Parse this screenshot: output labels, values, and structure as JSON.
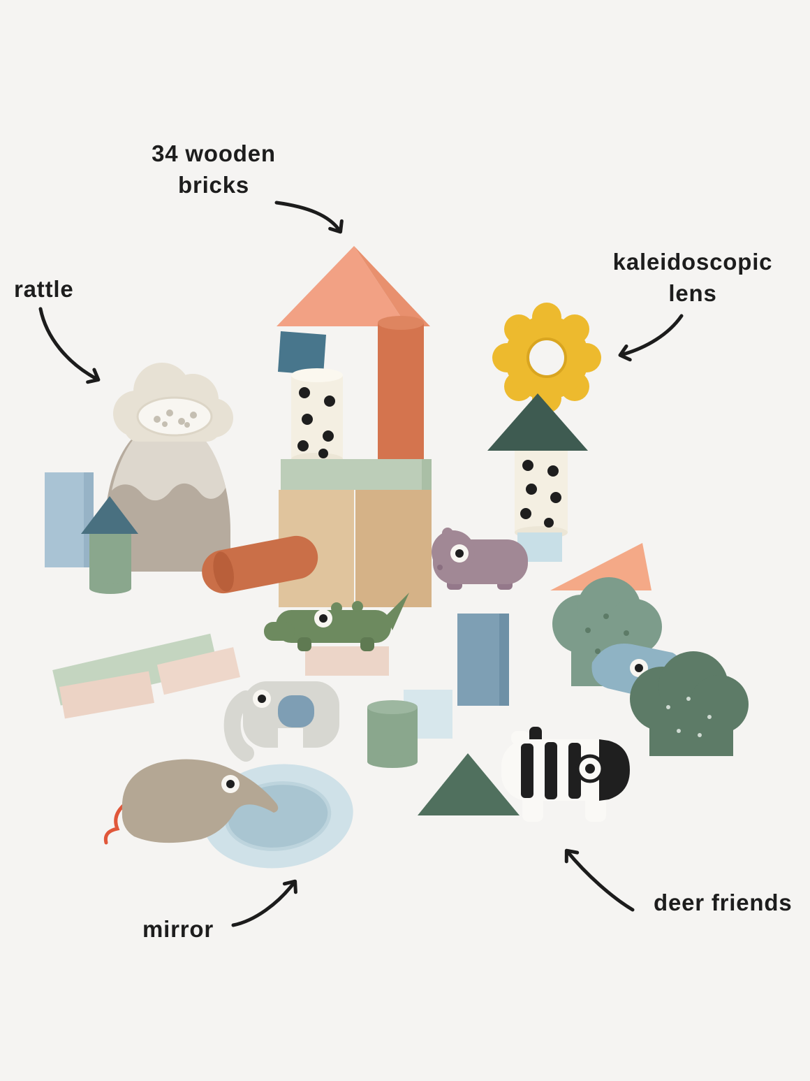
{
  "annotations": {
    "bricks": {
      "line1": "34 wooden",
      "line2": "bricks"
    },
    "rattle": {
      "label": "rattle"
    },
    "lens": {
      "line1": "kaleidoscopic",
      "line2": "lens"
    },
    "mirror": {
      "label": "mirror"
    },
    "deer": {
      "label": "deer friends"
    }
  },
  "palette": {
    "background": "#f5f4f2",
    "text": "#1d1d1d",
    "peach": "#f2a184",
    "terracotta": "#ca6f48",
    "steel_blue": "#48768c",
    "polka_cream": "#f4efe2",
    "mint": "#bccdb8",
    "wood_light": "#e0c49d",
    "wood_dark": "#d5b287",
    "gear_yellow": "#edba2e",
    "dark_green": "#3e5b51",
    "light_blue": "#c8dfe7",
    "hippo_mauve": "#a18895",
    "bush_green": "#7d9c8b",
    "deep_green": "#50705e",
    "mountain_taupe": "#b6ab9e",
    "elephant_gray": "#d7d7d1",
    "anteater_taupe": "#b4a794",
    "string_red": "#e0573a",
    "deer_white": "#faf9f6",
    "stripe_black": "#1f1f1f"
  }
}
